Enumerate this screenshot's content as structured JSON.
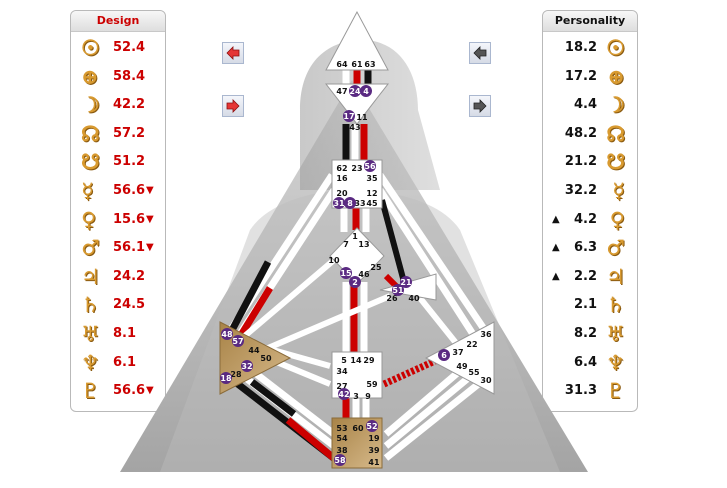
{
  "design": {
    "title": "Design",
    "planets": [
      {
        "icon": "sun-icon",
        "glyph": "☉",
        "value": "52.4",
        "marker": ""
      },
      {
        "icon": "earth-icon",
        "glyph": "⊕",
        "value": "58.4",
        "marker": ""
      },
      {
        "icon": "moon-icon",
        "glyph": "☽",
        "value": "42.2",
        "marker": ""
      },
      {
        "icon": "north-node-icon",
        "glyph": "☊",
        "value": "57.2",
        "marker": ""
      },
      {
        "icon": "south-node-icon",
        "glyph": "☋",
        "value": "51.2",
        "marker": ""
      },
      {
        "icon": "mercury-icon",
        "glyph": "☿",
        "value": "56.6",
        "marker": "▼"
      },
      {
        "icon": "venus-icon",
        "glyph": "♀",
        "value": "15.6",
        "marker": "▼"
      },
      {
        "icon": "mars-icon",
        "glyph": "♂",
        "value": "56.1",
        "marker": "▼"
      },
      {
        "icon": "jupiter-icon",
        "glyph": "♃",
        "value": "24.2",
        "marker": ""
      },
      {
        "icon": "saturn-icon",
        "glyph": "♄",
        "value": "24.5",
        "marker": ""
      },
      {
        "icon": "uranus-icon",
        "glyph": "♅",
        "value": "8.1",
        "marker": ""
      },
      {
        "icon": "neptune-icon",
        "glyph": "♆",
        "value": "6.1",
        "marker": ""
      },
      {
        "icon": "pluto-icon",
        "glyph": "♇",
        "value": "56.6",
        "marker": "▼"
      }
    ]
  },
  "personality": {
    "title": "Personality",
    "planets": [
      {
        "icon": "sun-icon",
        "glyph": "☉",
        "value": "18.2",
        "marker": ""
      },
      {
        "icon": "earth-icon",
        "glyph": "⊕",
        "value": "17.2",
        "marker": ""
      },
      {
        "icon": "moon-icon",
        "glyph": "☽",
        "value": "4.4",
        "marker": ""
      },
      {
        "icon": "north-node-icon",
        "glyph": "☊",
        "value": "48.2",
        "marker": ""
      },
      {
        "icon": "south-node-icon",
        "glyph": "☋",
        "value": "21.2",
        "marker": ""
      },
      {
        "icon": "mercury-icon",
        "glyph": "☿",
        "value": "32.2",
        "marker": ""
      },
      {
        "icon": "venus-icon",
        "glyph": "♀",
        "value": "4.2",
        "marker": "▲"
      },
      {
        "icon": "mars-icon",
        "glyph": "♂",
        "value": "6.3",
        "marker": "▲"
      },
      {
        "icon": "jupiter-icon",
        "glyph": "♃",
        "value": "2.2",
        "marker": "▲"
      },
      {
        "icon": "saturn-icon",
        "glyph": "♄",
        "value": "2.1",
        "marker": ""
      },
      {
        "icon": "uranus-icon",
        "glyph": "♅",
        "value": "8.2",
        "marker": ""
      },
      {
        "icon": "neptune-icon",
        "glyph": "♆",
        "value": "6.4",
        "marker": ""
      },
      {
        "icon": "pluto-icon",
        "glyph": "♇",
        "value": "31.3",
        "marker": ""
      }
    ]
  },
  "nav": {
    "design_prev_icon": "arrow-left-icon",
    "design_next_icon": "arrow-right-icon",
    "personality_prev_icon": "arrow-left-icon",
    "personality_next_icon": "arrow-right-icon"
  },
  "colors": {
    "design": "#cc0000",
    "personality": "#111111",
    "planet_glyph": "#d89a30",
    "gate_badge": "#5a2a82",
    "defined_center": "#b8955e"
  },
  "bodygraph": {
    "gates_plain": [
      "64",
      "61",
      "63",
      "47",
      "11",
      "43",
      "62",
      "16",
      "23",
      "35",
      "20",
      "12",
      "33",
      "45",
      "1",
      "7",
      "13",
      "10",
      "25",
      "46",
      "26",
      "40",
      "36",
      "22",
      "37",
      "49",
      "55",
      "30",
      "44",
      "50",
      "28",
      "5",
      "14",
      "29",
      "34",
      "27",
      "59",
      "9",
      "3",
      "53",
      "60",
      "54",
      "19",
      "38",
      "39",
      "41"
    ],
    "gates_badged": [
      "6",
      "24",
      "4",
      "17",
      "56",
      "31",
      "8",
      "15",
      "2",
      "21",
      "51",
      "48",
      "57",
      "32",
      "18",
      "42",
      "52",
      "58"
    ]
  }
}
